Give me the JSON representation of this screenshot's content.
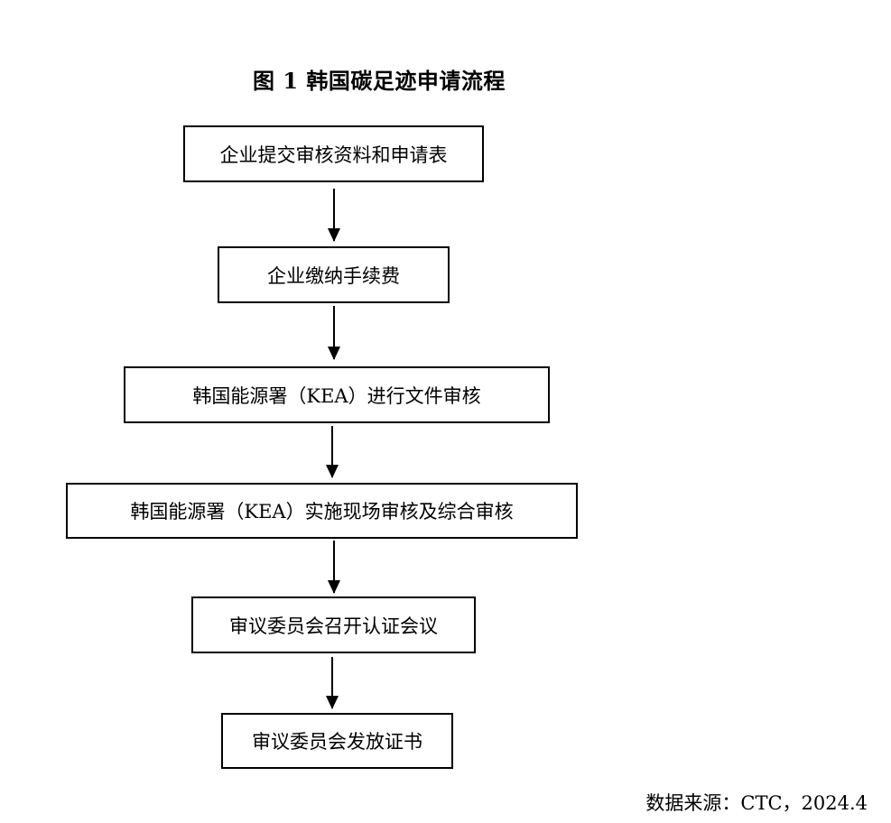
{
  "title": "图 1 韩国碳足迹申请流程",
  "steps": [
    "企业提交审核资料和申请表",
    "企业缴纳手续费",
    "韩国能源署（KEA）进行文件审核",
    "韩国能源署（KEA）实施现场审核及综合审核",
    "审议委员会召开认证会议",
    "审议委员会发放证书"
  ],
  "source": "数据来源：CTC，2024.4"
}
